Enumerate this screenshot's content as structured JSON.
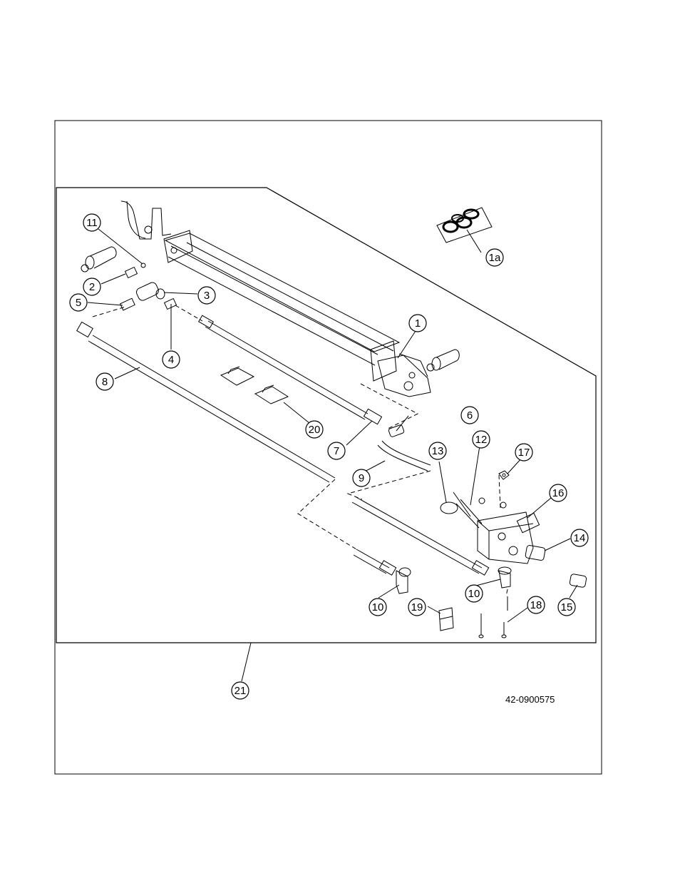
{
  "drawing_number": "42-0900575",
  "callouts": [
    {
      "id": "c1",
      "label": "1"
    },
    {
      "id": "c1a",
      "label": "1a"
    },
    {
      "id": "c2",
      "label": "2"
    },
    {
      "id": "c3",
      "label": "3"
    },
    {
      "id": "c4",
      "label": "4"
    },
    {
      "id": "c5",
      "label": "5"
    },
    {
      "id": "c6",
      "label": "6"
    },
    {
      "id": "c7",
      "label": "7"
    },
    {
      "id": "c8",
      "label": "8"
    },
    {
      "id": "c9",
      "label": "9"
    },
    {
      "id": "c10a",
      "label": "10"
    },
    {
      "id": "c10b",
      "label": "10"
    },
    {
      "id": "c11",
      "label": "11"
    },
    {
      "id": "c12",
      "label": "12"
    },
    {
      "id": "c13",
      "label": "13"
    },
    {
      "id": "c14",
      "label": "14"
    },
    {
      "id": "c15",
      "label": "15"
    },
    {
      "id": "c16",
      "label": "16"
    },
    {
      "id": "c17",
      "label": "17"
    },
    {
      "id": "c18",
      "label": "18"
    },
    {
      "id": "c19",
      "label": "19"
    },
    {
      "id": "c20",
      "label": "20"
    },
    {
      "id": "c21",
      "label": "21"
    }
  ]
}
